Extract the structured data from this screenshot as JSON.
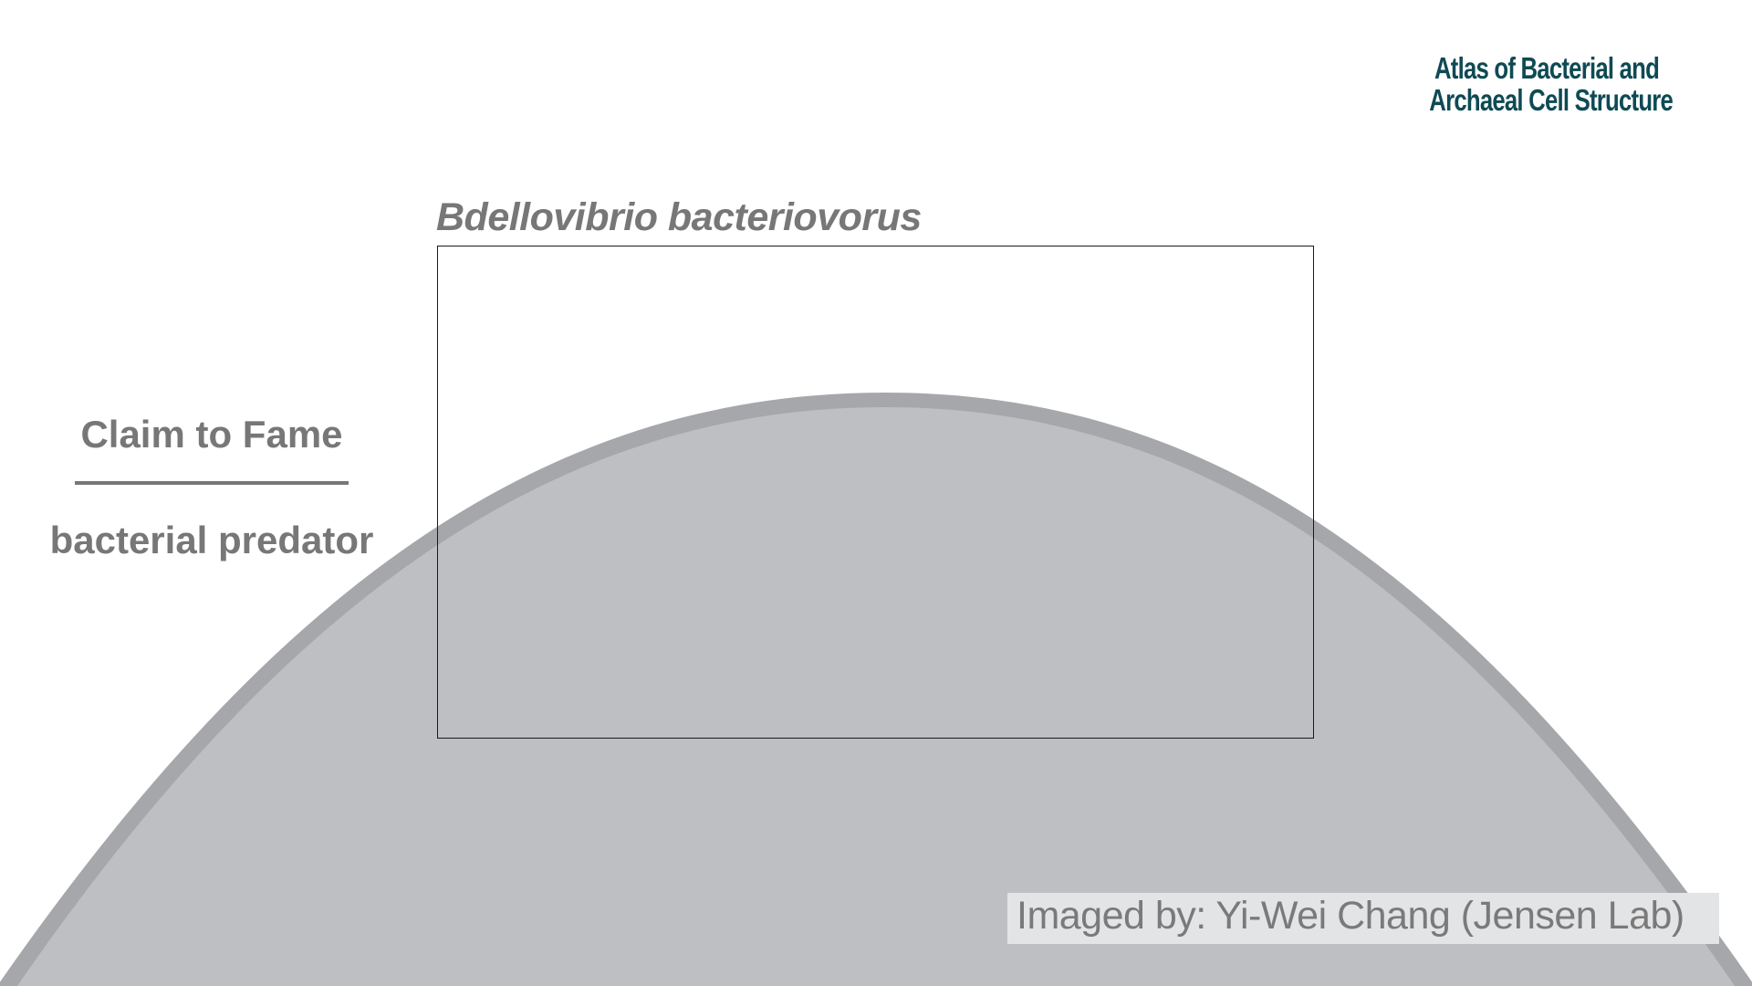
{
  "logo": {
    "line1": "Atlas of Bacterial and",
    "line2": "Archaeal Cell Structure"
  },
  "species_name": "Bdellovibrio bacteriovorus",
  "claim": {
    "heading": "Claim to Fame",
    "text": "bacterial predator"
  },
  "credit": "Imaged by: Yi-Wei Chang (Jensen Lab)",
  "colors": {
    "logo": "#0f4a54",
    "text_gray": "#777777",
    "dome_fill": "#bebfc2",
    "dome_rim": "#a6a7aa",
    "credit_bg": "#e3e4e6"
  }
}
